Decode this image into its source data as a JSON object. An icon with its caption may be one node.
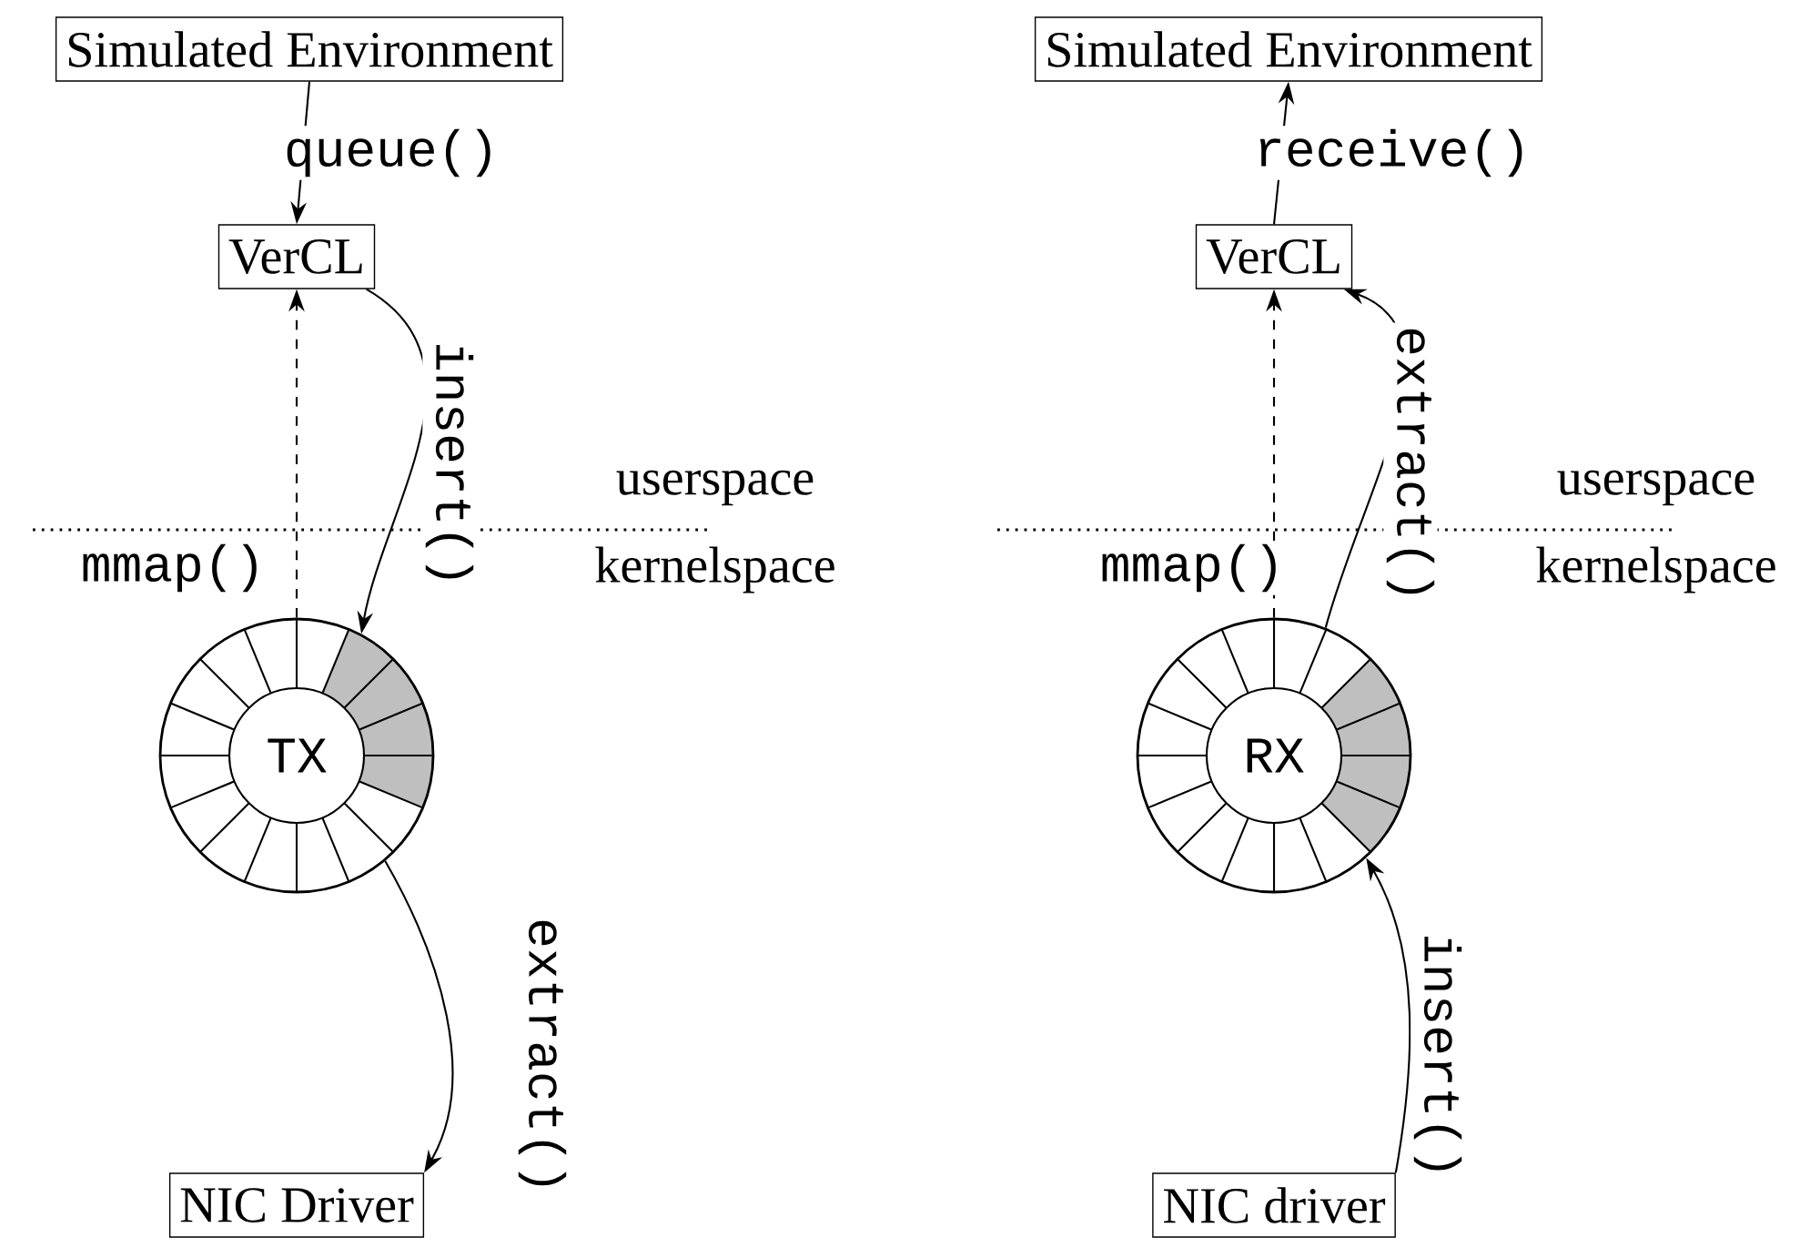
{
  "diagram": {
    "nodes": [
      {
        "text": [
          "Simulated Environment"
        ]
      },
      {
        "text": [
          "VerCL"
        ]
      },
      {
        "text": [
          "TX"
        ]
      },
      {
        "text": [
          "NIC Driver"
        ]
      },
      {
        "text": [
          "Simulated Environment"
        ]
      },
      {
        "text": [
          "VerCL"
        ]
      },
      {
        "text": [
          "RX"
        ]
      },
      {
        "text": [
          "NIC driver"
        ]
      }
    ],
    "edges": [
      {
        "from": 0,
        "to": 1,
        "arrow": "to",
        "label": "queue()"
      },
      {
        "from": 2,
        "to": 1,
        "arrow": "to",
        "label": "mmap()",
        "style": "dashed"
      },
      {
        "from": 1,
        "to": 2,
        "arrow": "to",
        "label": "insert()"
      },
      {
        "from": 2,
        "to": 3,
        "arrow": "to",
        "label": "extract()"
      },
      {
        "from": 5,
        "to": 4,
        "arrow": "to",
        "label": "receive()"
      },
      {
        "from": 6,
        "to": 5,
        "arrow": "to",
        "label": "mmap()",
        "style": "dashed"
      },
      {
        "from": 6,
        "to": 5,
        "arrow": "to",
        "label": "extract()"
      },
      {
        "from": 7,
        "to": 6,
        "arrow": "to",
        "label": "insert()"
      }
    ],
    "labels": [
      "userspace",
      "kernelspace",
      "userspace",
      "kernelspace"
    ]
  }
}
